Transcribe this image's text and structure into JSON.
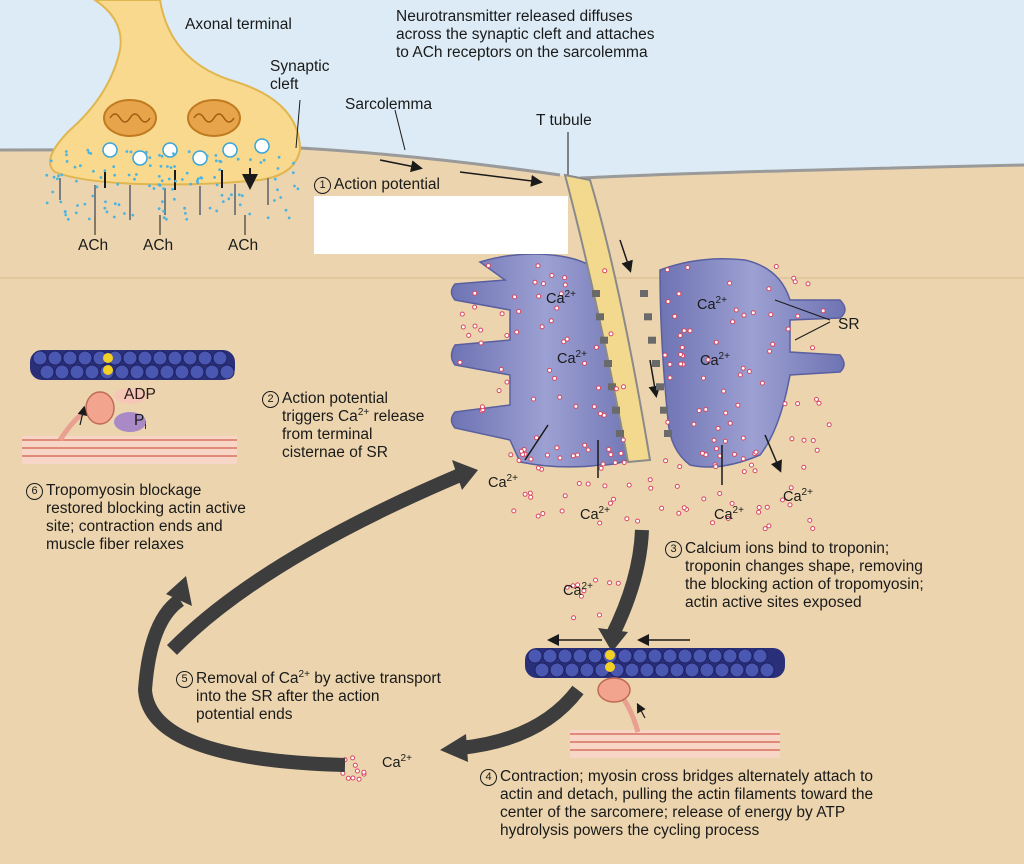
{
  "labels": {
    "axonal_terminal": "Axonal terminal",
    "synaptic_cleft": "Synaptic\ncleft",
    "sarcolemma": "Sarcolemma",
    "t_tubule": "T tubule",
    "sr": "SR",
    "ach": "ACh",
    "adp": "ADP",
    "pi": "P",
    "pi_sub": "i",
    "neurotransmitter_note": "Neurotransmitter released diffuses\nacross the synaptic cleft and attaches\nto ACh receptors on the sarcolemma",
    "ca_base": "Ca",
    "ca_sup": "2+"
  },
  "steps": [
    {
      "num": "1",
      "text": "Action potential"
    },
    {
      "num": "2",
      "pre": "Action potential\ntriggers Ca",
      "sup": "2+",
      "post": " release\nfrom terminal\ncisternae of SR"
    },
    {
      "num": "3",
      "text": "Calcium ions bind to troponin;\ntroponin changes shape, removing\nthe blocking action of tropomyosin;\nactin active sites exposed"
    },
    {
      "num": "4",
      "text": "Contraction; myosin cross bridges alternately attach to\nactin and detach, pulling the actin filaments toward the\ncenter of the sarcomere; release of energy by ATP\nhydrolysis powers the cycling process"
    },
    {
      "num": "5",
      "pre": "Removal of Ca",
      "sup": "2+",
      "post": " by active transport\ninto the SR after the action\npotential ends"
    },
    {
      "num": "6",
      "text": "Tropomyosin blockage\nrestored blocking actin active\nsite; contraction ends and\nmuscle fiber relaxes"
    }
  ],
  "colors": {
    "extracellular": "#dcebf5",
    "cytoplasm": "#ecd5ae",
    "axon": "#f9d98e",
    "sr": "#8b90c4",
    "t_tubule": "#f2d98e",
    "cycle_arrow": "#3d3d3d",
    "calcium_dots": "#d9465f"
  }
}
